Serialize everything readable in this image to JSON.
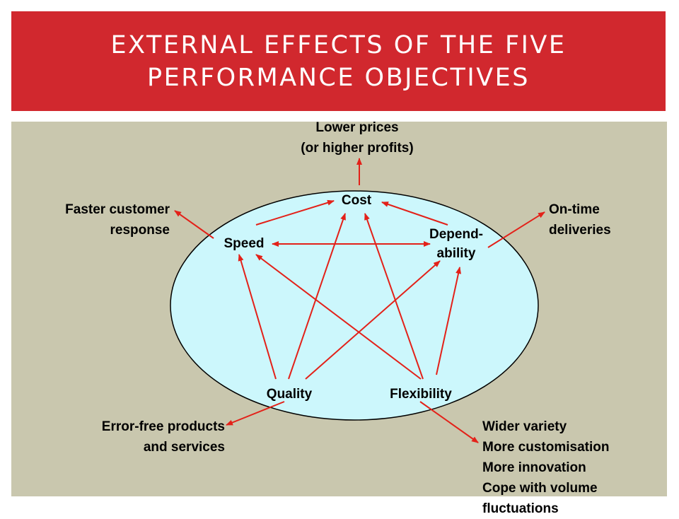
{
  "title": {
    "line1": "EXTERNAL EFFECTS OF THE FIVE",
    "line2": "PERFORMANCE OBJECTIVES"
  },
  "colors": {
    "title_bar": "#d1282e",
    "panel": "#c9c7ae",
    "ellipse_fill": "#ccf7fc",
    "arrow": "#e32119"
  },
  "objectives": {
    "cost": "Cost",
    "speed": "Speed",
    "dependability_line1": "Depend-",
    "dependability_line2": "ability",
    "quality": "Quality",
    "flexibility": "Flexibility"
  },
  "effects": {
    "cost": [
      "Lower prices",
      "(or higher profits)"
    ],
    "speed": [
      "Faster customer",
      "response"
    ],
    "dependability": [
      "On-time",
      "deliveries"
    ],
    "quality": [
      "Error-free products",
      "and services"
    ],
    "flexibility": [
      "Wider variety",
      "More customisation",
      "More innovation",
      "Cope with volume",
      "fluctuations"
    ]
  }
}
